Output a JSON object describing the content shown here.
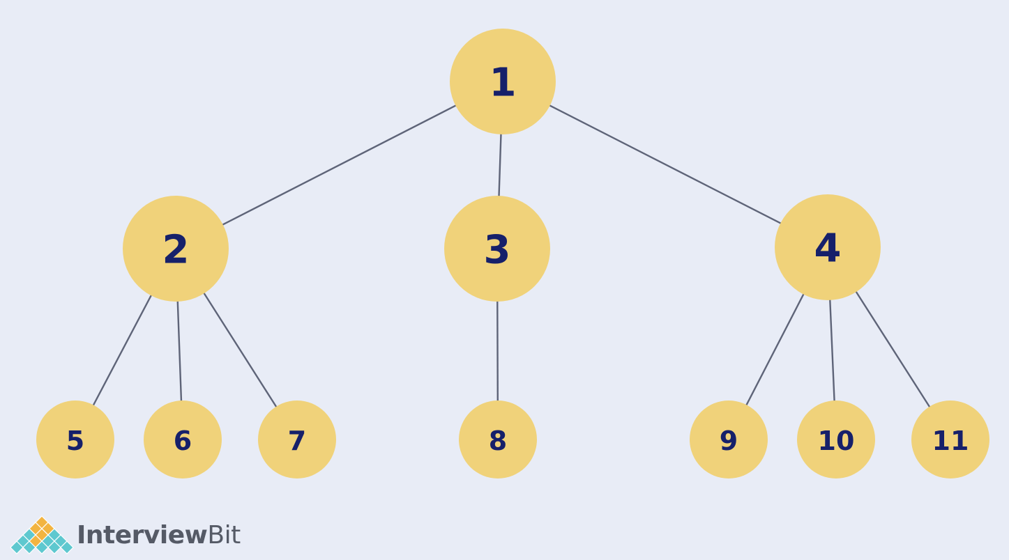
{
  "diagram": {
    "nodes": [
      {
        "id": "1",
        "label": "1"
      },
      {
        "id": "2",
        "label": "2"
      },
      {
        "id": "3",
        "label": "3"
      },
      {
        "id": "4",
        "label": "4"
      },
      {
        "id": "5",
        "label": "5"
      },
      {
        "id": "6",
        "label": "6"
      },
      {
        "id": "7",
        "label": "7"
      },
      {
        "id": "8",
        "label": "8"
      },
      {
        "id": "9",
        "label": "9"
      },
      {
        "id": "10",
        "label": "10"
      },
      {
        "id": "11",
        "label": "11"
      }
    ],
    "edges": [
      {
        "from": "1",
        "to": "2"
      },
      {
        "from": "1",
        "to": "3"
      },
      {
        "from": "1",
        "to": "4"
      },
      {
        "from": "2",
        "to": "5"
      },
      {
        "from": "2",
        "to": "6"
      },
      {
        "from": "2",
        "to": "7"
      },
      {
        "from": "3",
        "to": "8"
      },
      {
        "from": "4",
        "to": "9"
      },
      {
        "from": "4",
        "to": "10"
      },
      {
        "from": "4",
        "to": "11"
      }
    ],
    "colors": {
      "background": "#e8ecf6",
      "node_fill": "#f0d27a",
      "node_text": "#16206a",
      "edge": "#5e6478"
    }
  },
  "logo": {
    "text_part1": "Interview",
    "text_part2": "Bit",
    "icon": "interviewbit-diamond-logo-icon"
  }
}
